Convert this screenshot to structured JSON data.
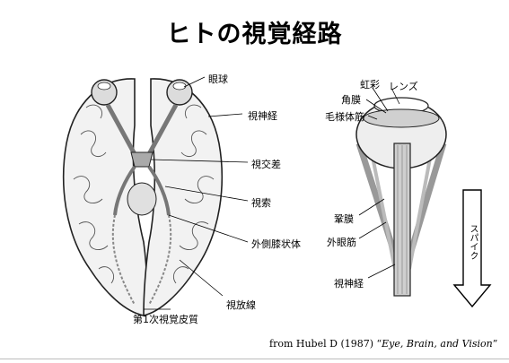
{
  "title": "ヒトの視覚経路",
  "brain_labels": {
    "eyeball": "眼球",
    "optic_nerve": "視神経",
    "optic_chiasm": "視交差",
    "optic_tract": "視索",
    "lgn": "外側膝状体",
    "optic_radiation": "視放線",
    "v1": "第1次視覚皮質"
  },
  "eye_labels": {
    "iris": "虹彩",
    "lens": "レンズ",
    "cornea": "角膜",
    "ciliary": "毛様体筋",
    "sclera": "鞏膜",
    "extraocular": "外眼筋",
    "optic_nerve": "視神経"
  },
  "arrow_label": "スパイク",
  "credit": {
    "prefix": "from Hubel D (1987) “",
    "title": "Eye, Brain, and Vision",
    "suffix": "”"
  }
}
